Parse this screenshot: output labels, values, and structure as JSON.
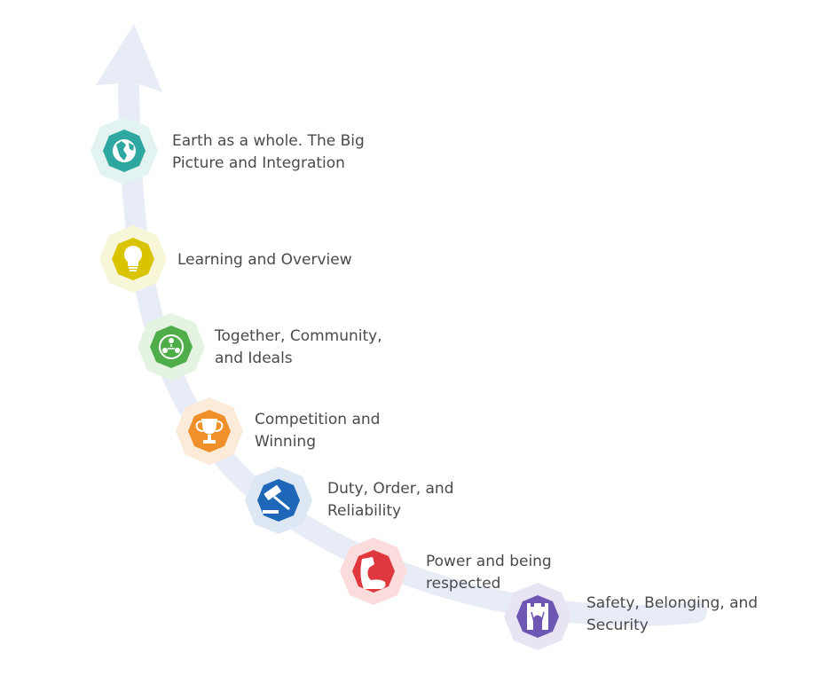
{
  "stages": [
    {
      "id": "earth",
      "label_lines": [
        "Earth as a whole. The Big",
        "Picture and Integration"
      ],
      "icon": "globe-icon",
      "color": "#2ea7a0",
      "halo": "#e2f3f1"
    },
    {
      "id": "learning",
      "label_lines": [
        "Learning and Overview"
      ],
      "icon": "lightbulb-icon",
      "color": "#d9c400",
      "halo": "#f8f6d8"
    },
    {
      "id": "together",
      "label_lines": [
        "Together, Community,",
        "and Ideals"
      ],
      "icon": "community-icon",
      "color": "#4fae4a",
      "halo": "#e4f3e2"
    },
    {
      "id": "competition",
      "label_lines": [
        "Competition and",
        "Winning"
      ],
      "icon": "trophy-icon",
      "color": "#f0902b",
      "halo": "#fcebd9"
    },
    {
      "id": "duty",
      "label_lines": [
        "Duty, Order, and",
        "Reliability"
      ],
      "icon": "gavel-icon",
      "color": "#1e67b8",
      "halo": "#dde8f4"
    },
    {
      "id": "power",
      "label_lines": [
        "Power and being",
        "respected"
      ],
      "icon": "flexed-arm-icon",
      "color": "#e0383f",
      "halo": "#fadcdd"
    },
    {
      "id": "safety",
      "label_lines": [
        "Safety, Belonging, and",
        "Security"
      ],
      "icon": "castle-icon",
      "color": "#6e56b3",
      "halo": "#e9e4f4"
    }
  ],
  "colors": {
    "arrow": "#e8ecf6",
    "text": "#4a4a4a"
  }
}
